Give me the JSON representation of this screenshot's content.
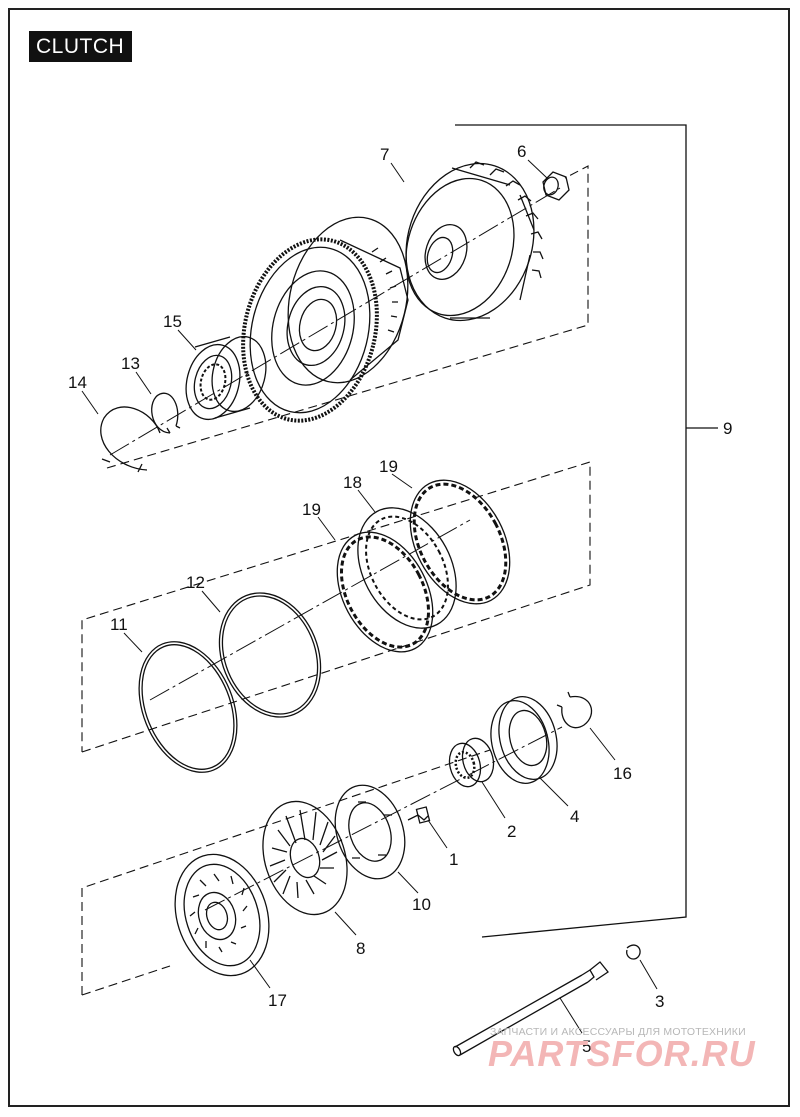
{
  "header": {
    "title": "CLUTCH"
  },
  "callouts": {
    "c1": "1",
    "c2": "2",
    "c3": "3",
    "c4": "4",
    "c5": "5",
    "c6": "6",
    "c7": "7",
    "c8": "8",
    "c9": "9",
    "c10": "10",
    "c11": "11",
    "c12": "12",
    "c13": "13",
    "c14": "14",
    "c15": "15",
    "c16": "16",
    "c17": "17",
    "c18": "18",
    "c19a": "19",
    "c19b": "19"
  },
  "watermark": {
    "caption": "ЗАПЧАСТИ И АКСЕССУАРЫ ДЛЯ МОТОТЕХНИКИ",
    "brand": "PARTSFOR.RU"
  }
}
